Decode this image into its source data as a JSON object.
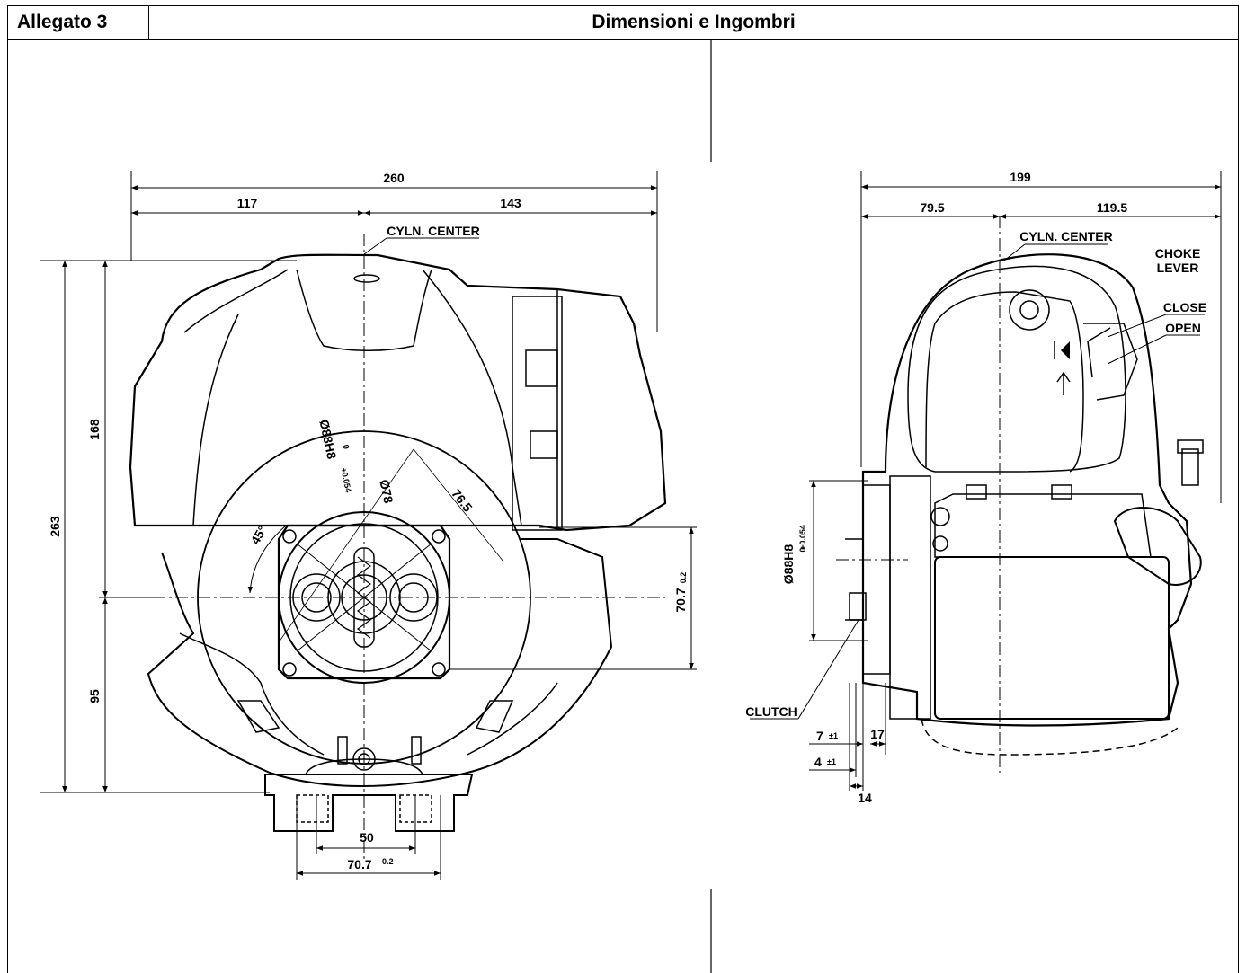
{
  "header": {
    "left_label": "Allegato 3",
    "title": "Dimensioni e Ingombri"
  },
  "front_view": {
    "overall_width": "260",
    "left_width": "117",
    "right_width": "143",
    "cyl_center": "CYLN. CENTER",
    "overall_height": "263",
    "upper_height": "168",
    "lower_height": "95",
    "bore_diameter": "Ø88H8",
    "bore_tol": "+0.054",
    "bore_tol_low": "0",
    "pcd": "Ø78",
    "diag": "76.5",
    "angle": "45°",
    "flange_v": "70.7",
    "flange_v_tol": "0.2",
    "base_inner": "50",
    "base_outer": "70.7",
    "base_outer_tol": "0.2"
  },
  "side_view": {
    "overall_width": "199",
    "left_width": "79.5",
    "right_width": "119.5",
    "cyl_center": "CYLN. CENTER",
    "choke_1": "CHOKE",
    "choke_2": "LEVER",
    "close": "CLOSE",
    "open": "OPEN",
    "bore_diameter": "Ø88H8",
    "bore_tol": "+0.054",
    "bore_tol_low": "0",
    "clutch": "CLUTCH",
    "d7": "7",
    "d7_tol": "±1",
    "d4": "4",
    "d4_tol": "±1",
    "d17": "17",
    "d14": "14"
  }
}
